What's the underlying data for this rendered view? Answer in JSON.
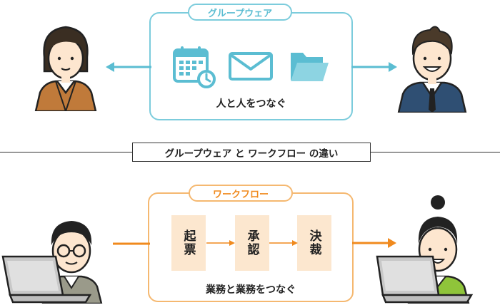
{
  "groupware": {
    "title": "グループウェア",
    "caption": "人と人をつなぐ",
    "icons": [
      "calendar-icon",
      "mail-icon",
      "folder-icon"
    ],
    "accent": "#5bbdd2"
  },
  "comparison_label": "グループウェア と ワークフロー の違い",
  "workflow": {
    "title": "ワークフロー",
    "steps": [
      "起票",
      "承認",
      "決裁"
    ],
    "caption": "業務と業務をつなぐ",
    "accent": "#f08a1e"
  }
}
